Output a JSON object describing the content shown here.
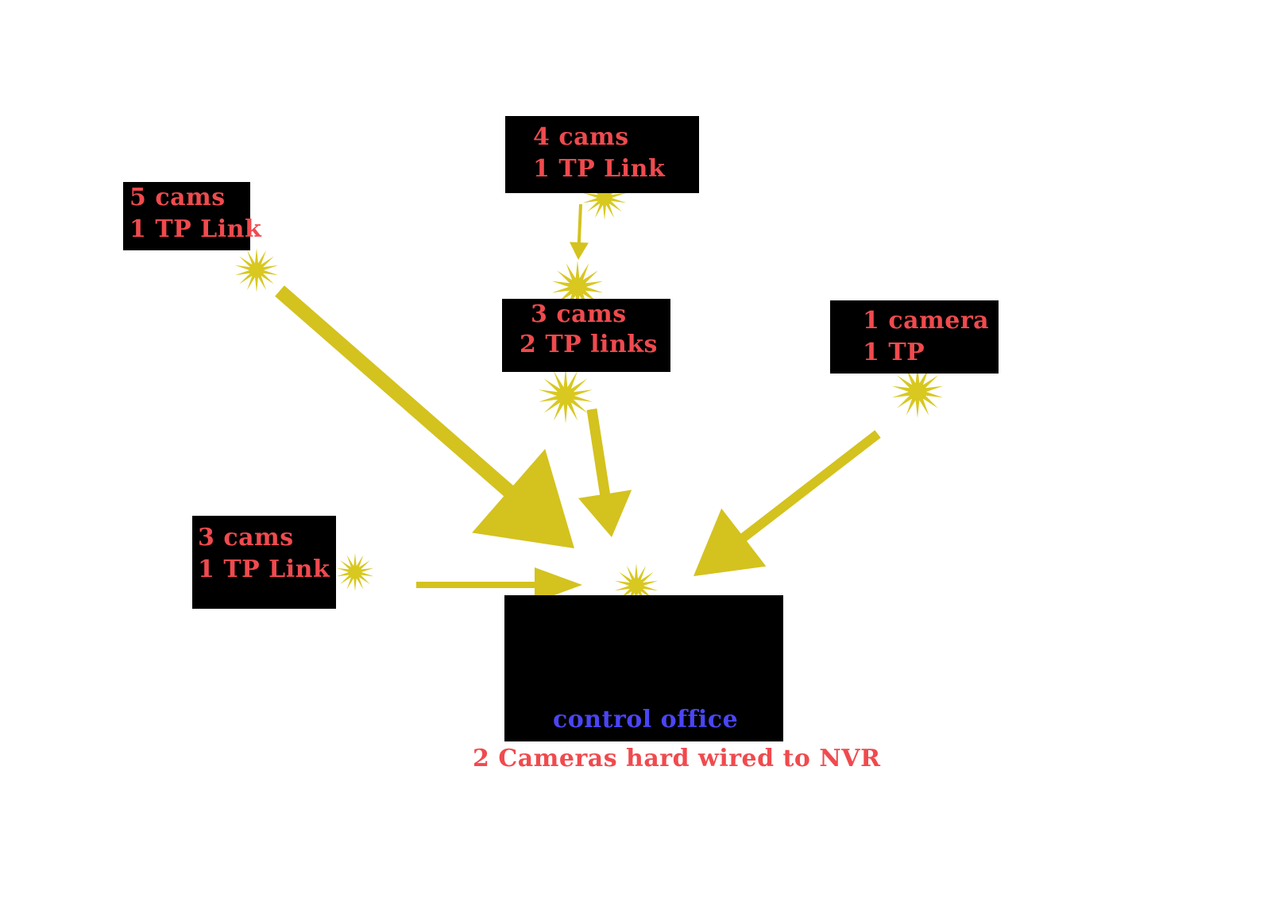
{
  "colors": {
    "background": "#ffffff",
    "box_fill": "#000000",
    "label_text": "#f04a4e",
    "control_office_text": "#4a45f5",
    "arrow": "#d4c21f",
    "starburst": "#d8c820"
  },
  "nodes": {
    "node_4cams": {
      "line1": "4 cams",
      "line2": "1 TP Link"
    },
    "node_5cams": {
      "line1": "5 cams",
      "line2": "1 TP Link"
    },
    "node_3cams_2tp": {
      "line1": "3 cams",
      "line2": "2 TP links"
    },
    "node_1camera": {
      "line1": "1 camera",
      "line2": "1 TP"
    },
    "node_3cams_1tp": {
      "line1": "3 cams",
      "line2": "1 TP Link"
    }
  },
  "control_office": {
    "label": "control office",
    "caption": "2 Cameras hard wired to NVR"
  },
  "icons": {
    "access_point": "starburst-icon",
    "link": "arrow"
  }
}
